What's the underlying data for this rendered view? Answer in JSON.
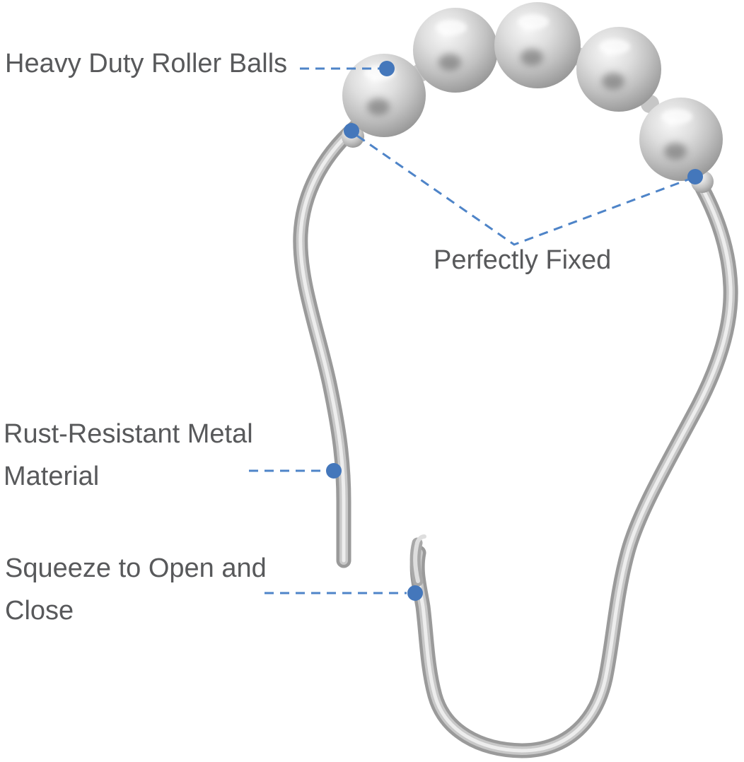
{
  "image_background": "#ffffff",
  "colors": {
    "label_text": "#58595b",
    "leader_line_blue": "#4e84c8",
    "pointer_dot_blue": "#4477bb",
    "metal_light": "#ededed",
    "metal_mid": "#c8c8c8",
    "metal_dark": "#9a9a9a"
  },
  "product": {
    "object": "shower curtain hook",
    "roller_ball_count": 5
  },
  "labels": {
    "roller_balls": {
      "text": "Heavy Duty Roller Balls"
    },
    "perfectly_fixed": {
      "text": "Perfectly Fixed"
    },
    "rust_resistant": {
      "line1": "Rust-Resistant Metal",
      "line2": "Material"
    },
    "squeeze": {
      "line1": "Squeeze to Open and",
      "line2": "Close"
    }
  }
}
